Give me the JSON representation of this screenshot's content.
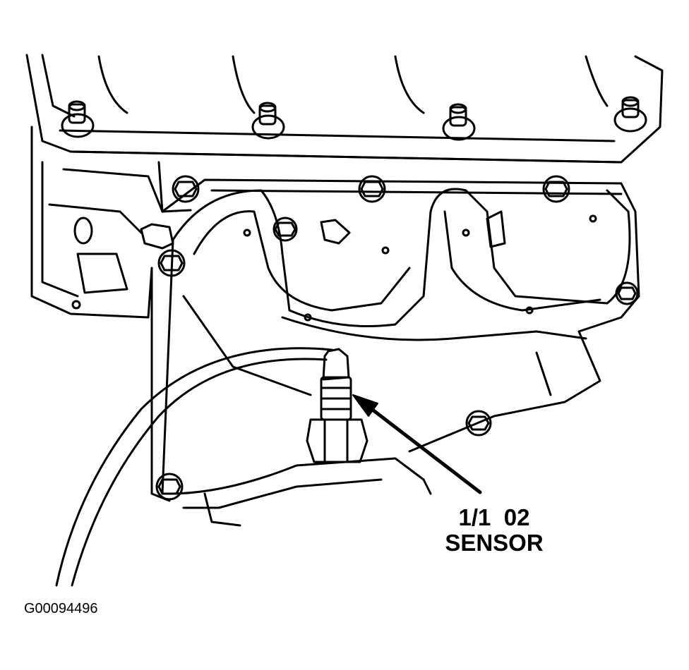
{
  "callout": {
    "line1": "1/1  02",
    "line2": "SENSOR"
  },
  "figure_id": "G00094496",
  "colors": {
    "ink": "#000000",
    "paper": "#ffffff"
  }
}
